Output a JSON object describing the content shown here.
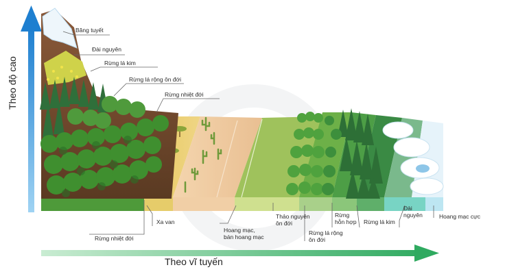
{
  "axes": {
    "vertical_label": "Theo độ cao",
    "horizontal_label": "Theo vĩ tuyến"
  },
  "altitude_zones": [
    "Băng tuyết",
    "Đài nguyên",
    "Rừng lá kim",
    "Rừng lá rộng ôn đới",
    "Rừng nhiệt đới"
  ],
  "latitude_zones": [
    "Rừng nhiệt đới",
    "Xa van",
    "Hoang mạc, bán hoang mạc",
    "Thảo nguyên ôn đới",
    "Rừng lá rộng ôn đới",
    "Rừng hỗn hợp",
    "Rừng lá kim",
    "Đài nguyên",
    "Hoang mạc cực"
  ],
  "labels": {
    "alt_ice": "Băng tuyết",
    "alt_tundra": "Đài nguyên",
    "alt_conifer": "Rừng lá kim",
    "alt_broadleaf": "Rừng lá rộng ôn đới",
    "alt_tropical": "Rừng nhiệt đới",
    "lat_tropical": "Rừng nhiệt đới",
    "lat_savanna": "Xa van",
    "lat_desert_1": "Hoang mạc,",
    "lat_desert_2": "bán hoang mạc",
    "lat_steppe_1": "Thảo nguyên",
    "lat_steppe_2": "ôn đới",
    "lat_broadleaf_1": "Rừng lá rộng",
    "lat_broadleaf_2": "ôn đới",
    "lat_mixed_1": "Rừng",
    "lat_mixed_2": "hỗn hợp",
    "lat_conifer": "Rừng lá kim",
    "lat_tundra_1": "Đài",
    "lat_tundra_2": "nguyên",
    "lat_polar": "Hoang mạc cực"
  },
  "colors": {
    "axis_blue": "#1e7fd0",
    "axis_green": "#3db56a",
    "tropical": "#3f8f2f",
    "savanna": "#e3c35a",
    "desert": "#f0caa0",
    "steppe": "#8fbf5a",
    "broadleaf": "#5ea83e",
    "mixed": "#3f9a46",
    "conifer": "#2f7a3c",
    "tundra": "#74b48a",
    "polar": "#cfe9f5"
  }
}
